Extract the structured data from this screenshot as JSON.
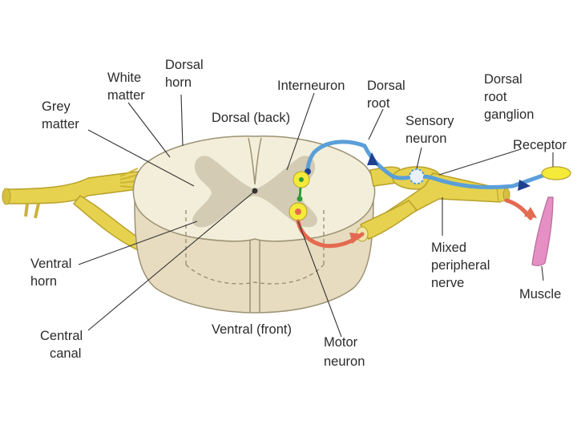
{
  "diagram": {
    "colors": {
      "nerve": "#e6d24e",
      "nerve_dark": "#b8a12a",
      "cord_face": "#f3eeda",
      "cord_side": "#e7dcc0",
      "grey_matter": "#cfc7ae",
      "sensory_path": "#5a9fd8",
      "motor_path": "#e36a50",
      "muscle": "#e58fc4",
      "receptor": "#f4ea3a",
      "interneuron_link": "#2f9a3a",
      "leader": "#333333"
    },
    "labels": {
      "grey_matter": [
        "Grey",
        "matter"
      ],
      "white_matter": [
        "White",
        "matter"
      ],
      "dorsal_horn": [
        "Dorsal",
        "horn"
      ],
      "interneuron": [
        "Interneuron"
      ],
      "dorsal_root": [
        "Dorsal",
        "root"
      ],
      "dorsal_root_ganglion": [
        "Dorsal",
        "root",
        "ganglion"
      ],
      "sensory_neuron": [
        "Sensory",
        "neuron"
      ],
      "receptor": [
        "Receptor"
      ],
      "dorsal_back": [
        "Dorsal (back)"
      ],
      "mixed_peripheral_nerve": [
        "Mixed",
        "peripheral",
        "nerve"
      ],
      "muscle": [
        "Muscle"
      ],
      "ventral_horn": [
        "Ventral",
        "horn"
      ],
      "central_canal": [
        "Central",
        "canal"
      ],
      "ventral_front": [
        "Ventral (front)"
      ],
      "motor_neuron": [
        "Motor",
        "neuron"
      ]
    }
  }
}
